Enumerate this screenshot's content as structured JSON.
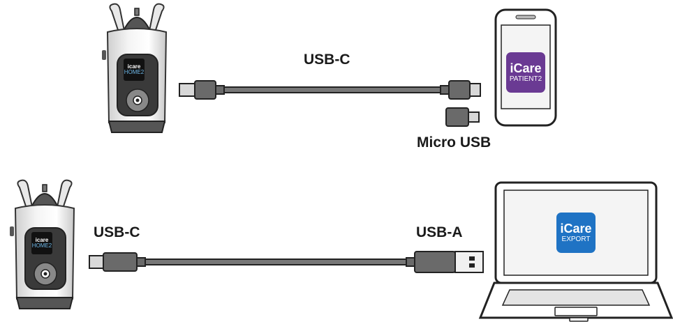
{
  "top_connection": {
    "cable_label": "USB-C",
    "adapter_label": "Micro USB",
    "device_screen": {
      "brand": "icare",
      "model": "HOME2"
    },
    "phone_app": {
      "brand": "iCare",
      "name": "PATIENT2",
      "color": "#6a3a93"
    }
  },
  "bottom_connection": {
    "left_connector_label": "USB-C",
    "right_connector_label": "USB-A",
    "device_screen": {
      "brand": "icare",
      "model": "HOME2"
    },
    "laptop_app": {
      "brand": "iCare",
      "name": "EXPORT",
      "color": "#1f73c4"
    }
  }
}
